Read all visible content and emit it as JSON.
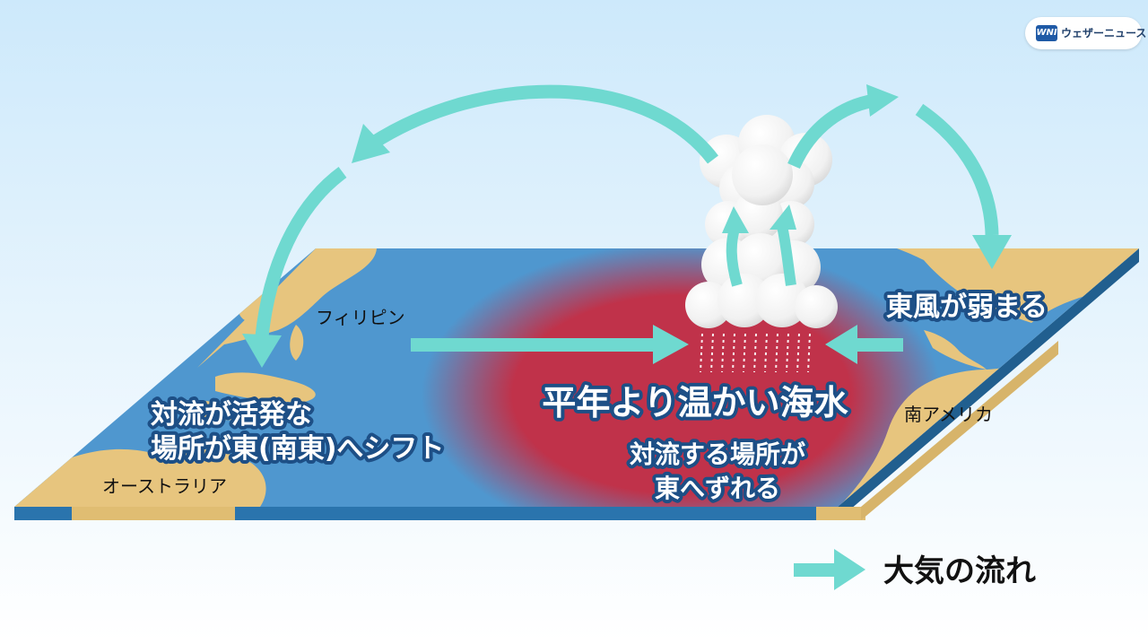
{
  "brand": {
    "logo_mark": "WNI",
    "name": "ウェザーニュース"
  },
  "labels": {
    "philippines": "フィリピン",
    "australia": "オーストラリア",
    "south_america": "南アメリカ",
    "warm_water": "平年より温かい海水",
    "east_wind": "東風が弱まる",
    "convection_shift_line1": "対流が活発な",
    "convection_shift_line2": "場所が東(南東)へシフト",
    "convection_moves_line1": "対流する場所が",
    "convection_moves_line2": "東へずれる"
  },
  "legend": {
    "label": "大気の流れ"
  },
  "colors": {
    "sky_top": "#cde9fb",
    "ocean": "#4f97cf",
    "warm_water": "#c0324a",
    "land": "#e7c57e",
    "arrow": "#6fd9d0",
    "platform_side": "#2a74ad"
  },
  "icons": {
    "cloud": "cumulonimbus-cloud-icon",
    "rain": "rain-icon",
    "arrow": "airflow-arrow-icon"
  }
}
